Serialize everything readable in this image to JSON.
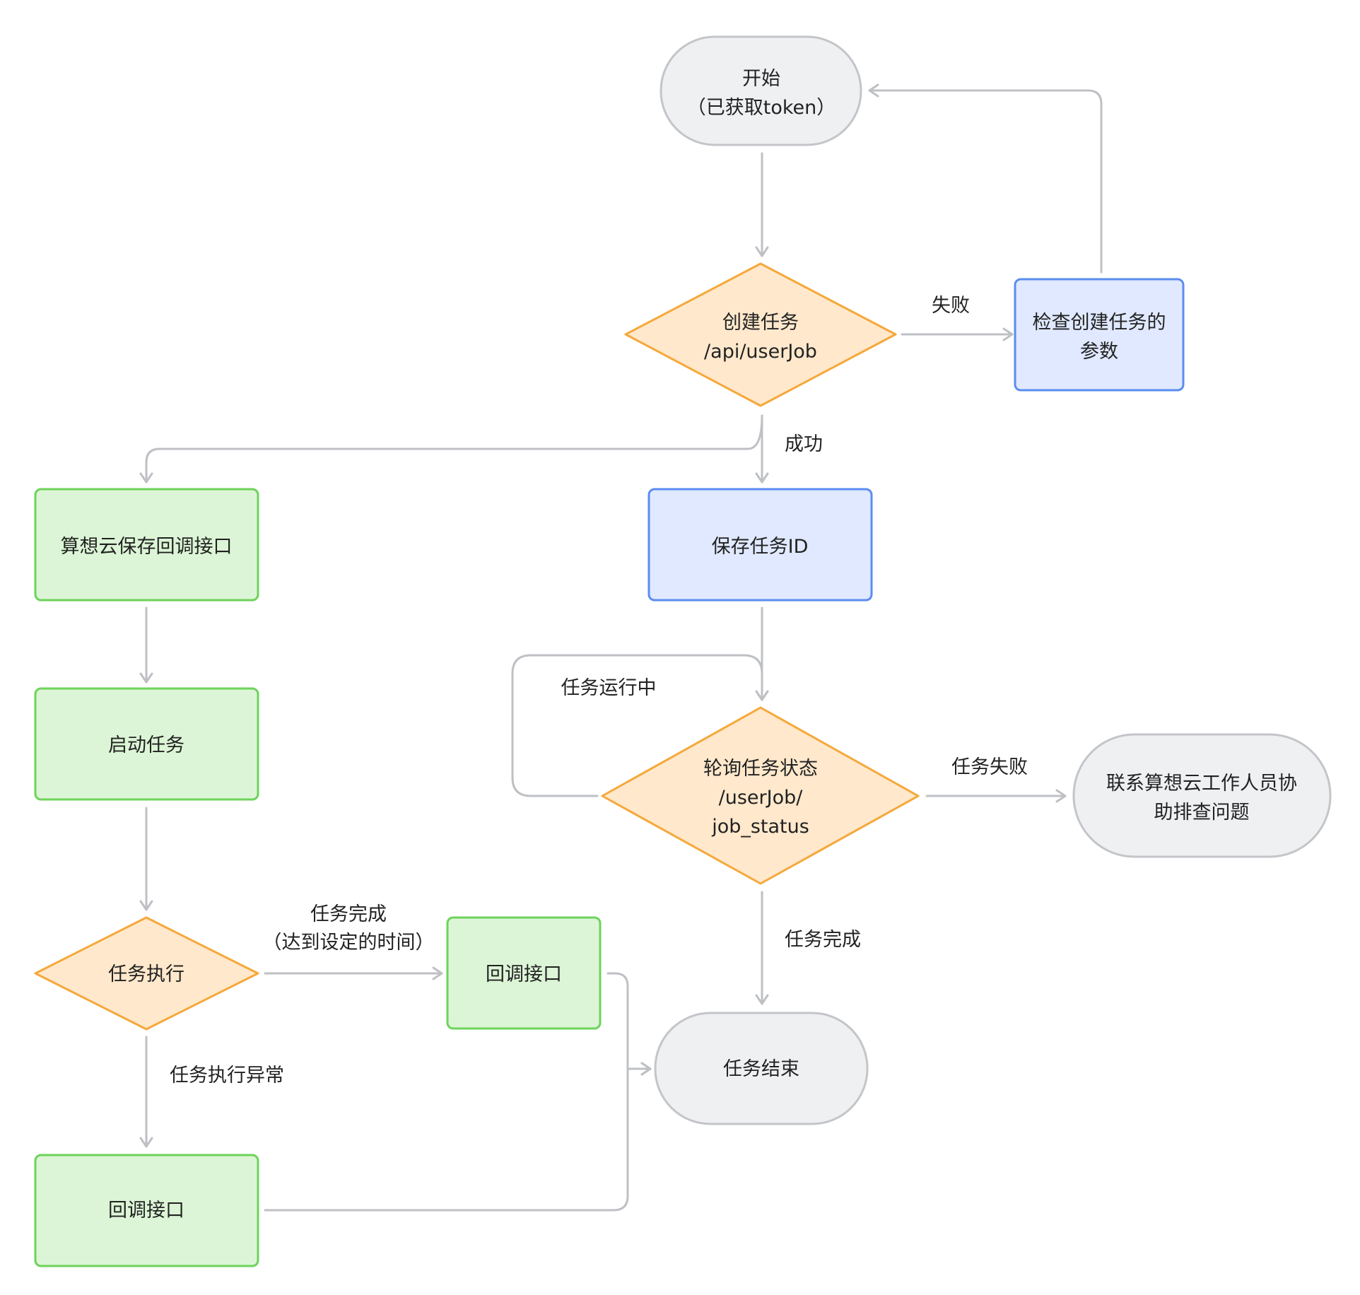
{
  "colors": {
    "terminal_fill": "#eef0f2",
    "terminal_stroke": "#c3c5c8",
    "decision_fill": "#ffe8cc",
    "decision_stroke": "#f5a83a",
    "blue_fill": "#e0e9ff",
    "blue_stroke": "#5b8cf0",
    "green_fill": "#dcf5d6",
    "green_stroke": "#6dd35a",
    "edge": "#bfc0c4",
    "text": "#222222"
  },
  "nodes": {
    "start": {
      "lines": [
        "开始",
        "（已获取token）"
      ]
    },
    "create_job": {
      "lines": [
        "创建任务",
        "/api/userJob"
      ]
    },
    "check_params": {
      "lines": [
        "检查创建任务的",
        "参数"
      ]
    },
    "save_callback": {
      "lines": [
        "算想云保存回调接口"
      ]
    },
    "save_job_id": {
      "lines": [
        "保存任务ID"
      ]
    },
    "start_job": {
      "lines": [
        "启动任务"
      ]
    },
    "poll_status": {
      "lines": [
        "轮询任务状态",
        "/userJob/",
        "job_status"
      ]
    },
    "contact_support": {
      "lines": [
        "联系算想云工作人员协",
        "助排查问题"
      ]
    },
    "job_exec": {
      "lines": [
        "任务执行"
      ]
    },
    "callback_1": {
      "lines": [
        "回调接口"
      ]
    },
    "job_end": {
      "lines": [
        "任务结束"
      ]
    },
    "callback_2": {
      "lines": [
        "回调接口"
      ]
    }
  },
  "edge_labels": {
    "fail": "失败",
    "success": "成功",
    "running": "任务运行中",
    "job_failed": "任务失败",
    "job_done": "任务完成",
    "exec_done_lines": [
      "任务完成",
      "（达到设定的时间）"
    ],
    "exec_error": "任务执行异常"
  }
}
